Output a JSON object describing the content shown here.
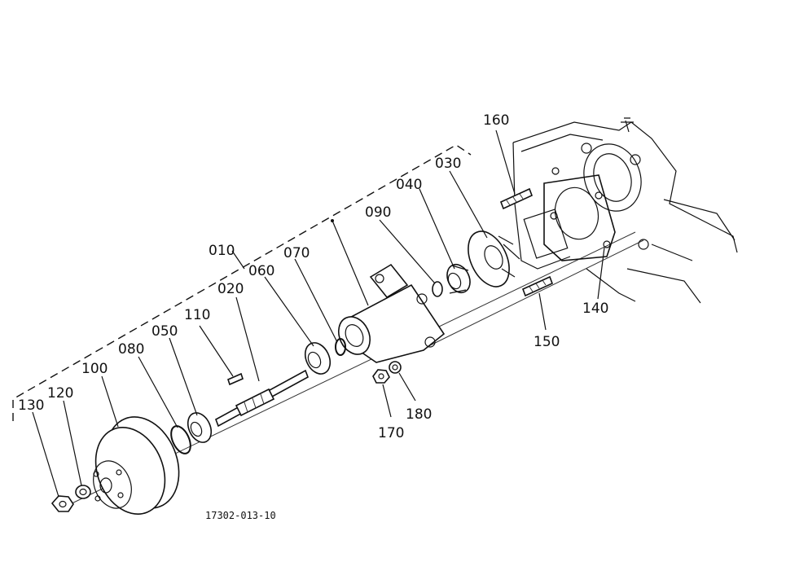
{
  "drawing_code": "17302-013-10",
  "callouts": [
    {
      "id": "010",
      "text": "010"
    },
    {
      "id": "020",
      "text": "020"
    },
    {
      "id": "030",
      "text": "030"
    },
    {
      "id": "040",
      "text": "040"
    },
    {
      "id": "050",
      "text": "050"
    },
    {
      "id": "060",
      "text": "060"
    },
    {
      "id": "070",
      "text": "070"
    },
    {
      "id": "080",
      "text": "080"
    },
    {
      "id": "090",
      "text": "090"
    },
    {
      "id": "100",
      "text": "100"
    },
    {
      "id": "110",
      "text": "110"
    },
    {
      "id": "120",
      "text": "120"
    },
    {
      "id": "130",
      "text": "130"
    },
    {
      "id": "140",
      "text": "140"
    },
    {
      "id": "150",
      "text": "150"
    },
    {
      "id": "160",
      "text": "160"
    },
    {
      "id": "170",
      "text": "170"
    },
    {
      "id": "180",
      "text": "180"
    }
  ]
}
